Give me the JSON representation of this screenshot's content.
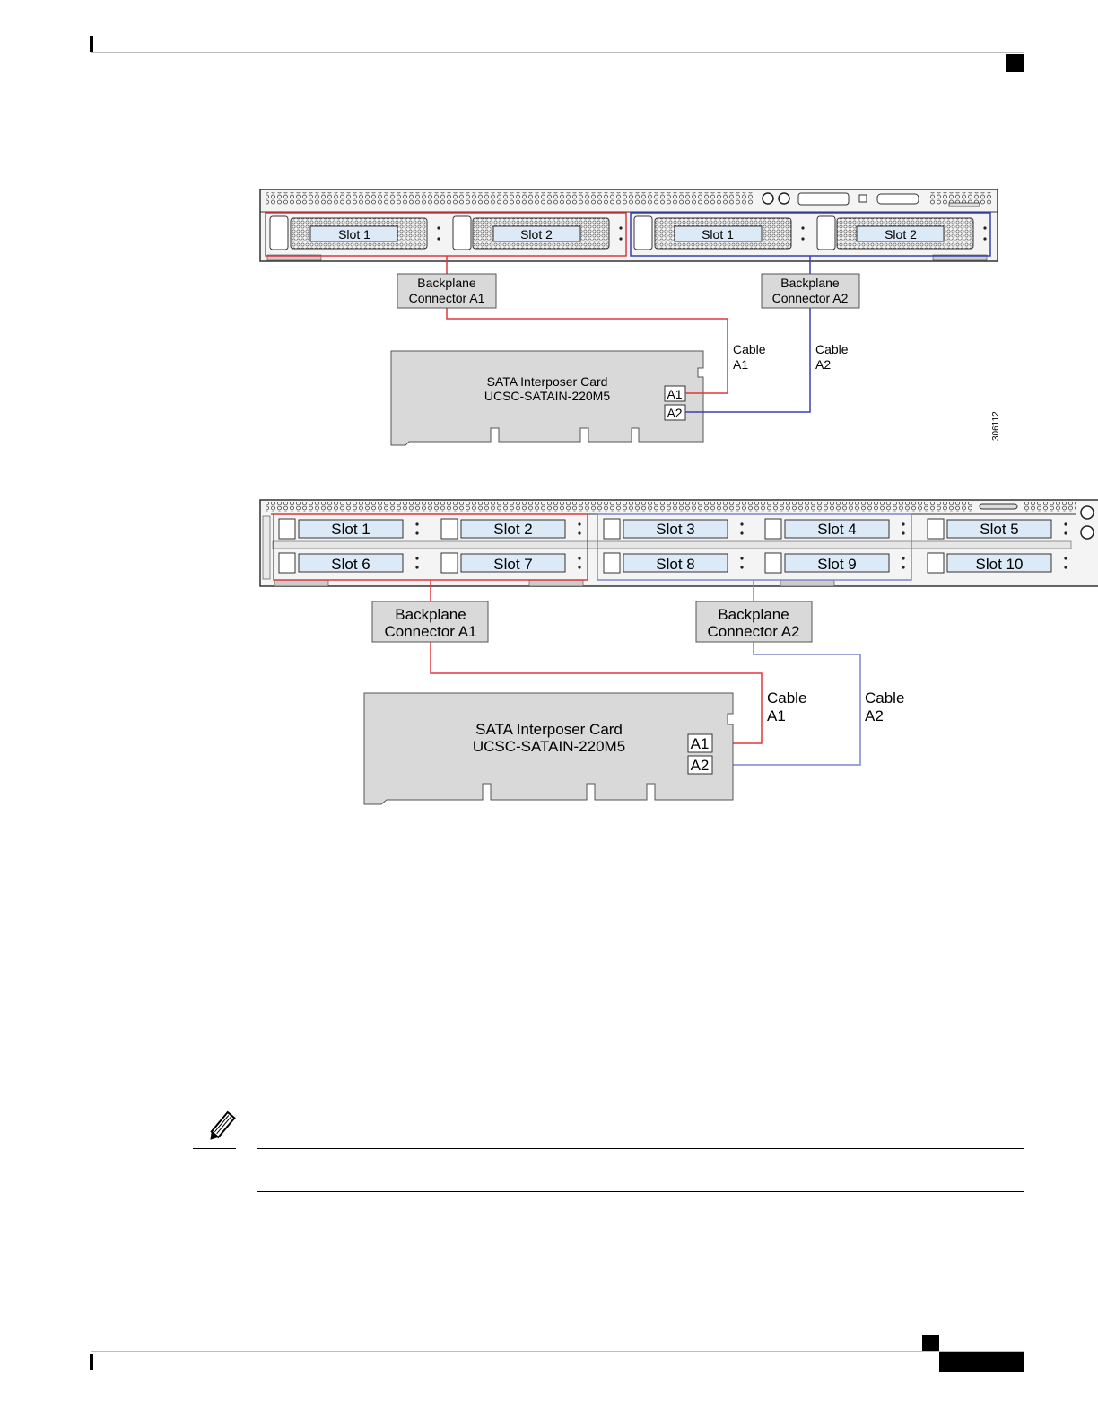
{
  "figure1": {
    "slots": [
      "Slot 1",
      "Slot 2",
      "Slot 1",
      "Slot 2"
    ],
    "connector_a1": [
      "Backplane",
      "Connector A1"
    ],
    "connector_a2": [
      "Backplane",
      "Connector A2"
    ],
    "cable_a1": [
      "Cable",
      "A1"
    ],
    "cable_a2": [
      "Cable",
      "A2"
    ],
    "card": [
      "SATA Interposer Card",
      "UCSC-SATAIN-220M5"
    ],
    "port_a1": "A1",
    "port_a2": "A2",
    "figure_id": "306112"
  },
  "figure2": {
    "slots": [
      "Slot 1",
      "Slot 2",
      "Slot 3",
      "Slot 4",
      "Slot 5",
      "Slot 6",
      "Slot 7",
      "Slot 8",
      "Slot 9",
      "Slot 10"
    ],
    "connector_a1": [
      "Backplane",
      "Connector A1"
    ],
    "connector_a2": [
      "Backplane",
      "Connector A2"
    ],
    "cable_a1": [
      "Cable",
      "A1"
    ],
    "cable_a2": [
      "Cable",
      "A2"
    ],
    "card": [
      "SATA Interposer Card",
      "UCSC-SATAIN-220M5"
    ],
    "port_a1": "A1",
    "port_a2": "A2"
  },
  "colors": {
    "cable_a1": "#e0363b",
    "cable_a2": "#3a3fb0",
    "cable_a2_light": "#7f86c9",
    "panel_gray": "#d9d9d9"
  },
  "icons": {
    "note": "pencil-note-icon"
  }
}
